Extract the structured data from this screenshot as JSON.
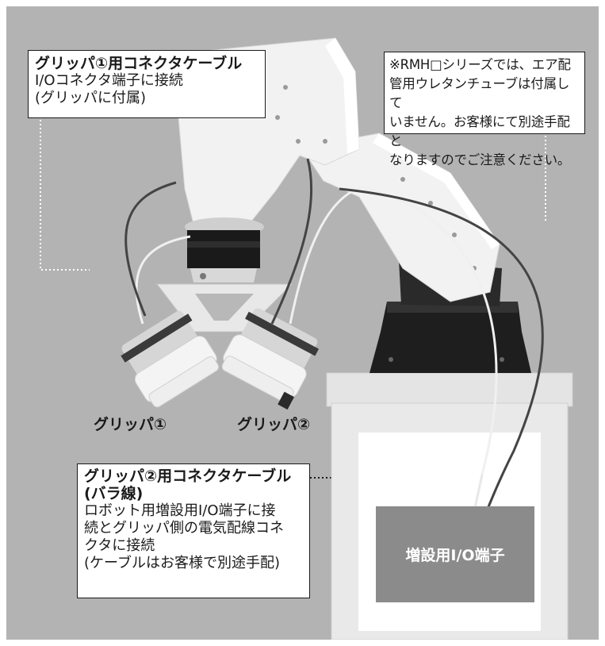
{
  "callouts": {
    "gripper1_cable": {
      "title": "グリッパ①用コネクタケーブル",
      "line1": "I/Oコネクタ端子に接続",
      "line2": "(グリッパに付属)"
    },
    "note": {
      "line1": "※RMH□シリーズでは、エア配",
      "line2": "管用ウレタンチューブは付属して",
      "line3": "いません。お客様にて別途手配と",
      "line4": "なりますのでご注意ください。"
    },
    "gripper2_cable": {
      "title1": "グリッパ②用コネクタケーブル",
      "title2": "(バラ線)",
      "line1": "ロボット用増設用I/O端子に接",
      "line2": "続とグリッパ側の電気配線コネ",
      "line3": "クタに接続",
      "line4": "(ケーブルはお客様で別途手配)"
    }
  },
  "labels": {
    "gripper1": "グリッパ①",
    "gripper2": "グリッパ②",
    "io_terminal": "増設用I/O端子"
  },
  "colors": {
    "background": "#b2b3b2",
    "robot_body": "#f2f2f2",
    "robot_base": "#1e1e1e",
    "cable": "#444444",
    "tube": "#f0f0f0",
    "terminal": "#8a8b8a"
  }
}
